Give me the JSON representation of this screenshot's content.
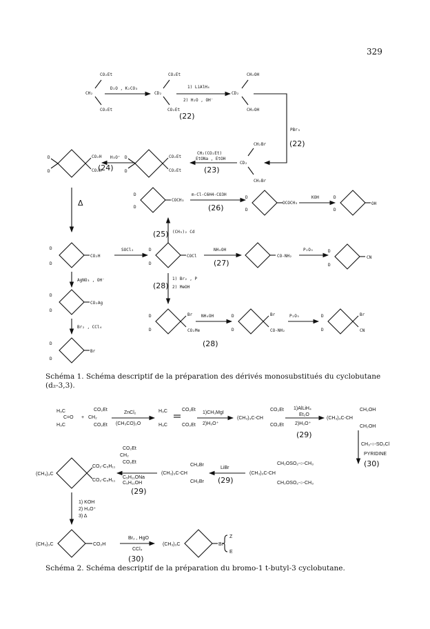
{
  "page_number": "329",
  "caption1": {
    "lead": "Schéma 1.",
    "text": "Schéma descriptif de la préparation des dérivés monosubstitués du cyclobutane",
    "tail": "(d₂-3,3)."
  },
  "caption2": {
    "lead": "Schéma 2.",
    "text": "Schéma descriptif de la préparation du bromo-1 t-butyl-3 cyclobutane."
  },
  "scheme1": {
    "malonate_top": "CO₂Et",
    "malonate_ch2": "CH₂",
    "malonate_bottom": "CO₂Et",
    "arrow1_reagent": "D₂O , K₂CO₃",
    "d2_top": "CO₂Et",
    "d2_cd2": "CD₂",
    "d2_bottom": "CO₂Et",
    "cmp22": "(22)",
    "arrow2_reagent_a": "1) LiAlH₄",
    "arrow2_reagent_b": "2) H₂O , OH⁻",
    "diol_top": "CH₂OH",
    "diol_cd2": "CD₂",
    "diol_bottom": "CH₂OH",
    "pbr3": "PBr₃",
    "cmp22b": "(22)",
    "dibr_top": "CH₂Br",
    "dibr_cd2": "CD₂",
    "dibr_bottom": "CH₂Br",
    "arrow4_reagent_a": "CH₂(CO₂Et)",
    "arrow4_reagent_b": "EtONa , EtOH",
    "cmp23": "(23)",
    "diester_a": "CO₂Et",
    "diester_b": "CO₂Et",
    "h3o": "H₃O⁺",
    "diacid_a": "CO₂H",
    "diacid_b": "CO₂H",
    "cmp24": "(24)",
    "delta": "Δ",
    "ketone_sub": "COCH₃",
    "mcpba": "m-Cl-C6H4-CO3H",
    "cmp26": "(26)",
    "acetate_sub": "OCOCH₃",
    "koh": "KOH",
    "alcohol_sub": "OH",
    "cmp25": "(25)",
    "me2cd": "(CH₃)₂ Cd",
    "acid_sub": "CO₂H",
    "socl2": "SOCl₂",
    "acylcl_sub": "COCl",
    "nh4oh": "NH₄OH",
    "cmp27": "(27)",
    "amide_sub": "CO-NH₂",
    "p2o5": "P₂O₅",
    "nitrile_sub": "CN",
    "agno3": "AgNO₃ , OH⁻",
    "cmp28": "(28)",
    "br2p_a": "1) Br₂ , P",
    "br2p_b": "2) MeOH",
    "silver_sub": "CO₂Ag",
    "br2ccl4": "Br₂ , CCl₄",
    "bromo_sub": "Br",
    "br_ester_br": "Br",
    "br_ester_co2me": "CO₂Me",
    "nh4oh2": "NH₄OH",
    "cmp28b": "(28)",
    "br_amide_br": "Br",
    "br_amide_co": "CO-NH₂",
    "p2o5b": "P₂O₅",
    "br_nitrile_br": "Br",
    "br_nitrile_cn": "CN",
    "D": "D"
  },
  "scheme2": {
    "acetone_h3c_a": "H₃C",
    "acetone_c": "C=O",
    "acetone_h3c_b": "H₃C",
    "plus": "+",
    "mal_top": "CO₂Et",
    "mal_ch2": "CH₂",
    "mal_bottom": "CO₂Et",
    "zncl2": "ZnCl₂",
    "ac2o": "(CH₃CO)₂O",
    "alk_h3c": "H₃C",
    "alk_top": "CO₂Et",
    "alk_bottom": "CO₂Et",
    "ch3mgi": "1)CH₃MgI",
    "h3o_a": "2)H₃O⁺",
    "tb_mal": "(CH₃)₃C-CH",
    "tb_mal_top": "CO₂Et",
    "tb_mal_bottom": "CO₂Et",
    "lialh4": "1)AlLiH₄",
    "et2o": "Et₂O",
    "h3o_b": "2)H₃O⁺",
    "cmp29": "(29)",
    "tb_diol": "(CH₃)₃C-CH",
    "tb_diol_top": "CH₂OH",
    "tb_diol_bottom": "CH₂OH",
    "tscl": "CH₃-○-SO₂Cl",
    "pyridine": "PYRIDINE",
    "cmp30": "(30)",
    "ditos": "(CH₃)₃C-CH",
    "ditos_top": "CH₂OSO₂-○-CH₃",
    "ditos_bottom": "CH₂OSO₂-○-CH₃",
    "libr": "LiBr",
    "cmp29b": "(29)",
    "dibr": "(CH₃)₃C-CH",
    "dibr_top": "CH₂Br",
    "dibr_bottom": "CH₂Br",
    "mal2_top": "CO₂Et",
    "mal2_ch2": "CH₂",
    "mal2_bottom": "CO₂Et",
    "naoam": "C₅H₁₁ONa",
    "amoh": "C₅H₁₁OH",
    "cmp29c": "(29)",
    "cb_tb": "(CH₃)₃C",
    "cb_top": "CO₂-C₅H₁₁",
    "cb_bottom": "CO₂-C₅H₁₁",
    "koh": "1) KOH",
    "h3o_c": "2) H₃O⁺",
    "heat": "3) Δ",
    "acid_tb": "(CH₃)₃C",
    "acid_sub": "CO₂H",
    "br2hgo": "Br₂ , HgO",
    "ccl4": "CCl₄",
    "cmp30b": "(30)",
    "brm_tb": "(CH₃)₃C",
    "brm_br": "Br",
    "z": "Z",
    "e": "E"
  }
}
